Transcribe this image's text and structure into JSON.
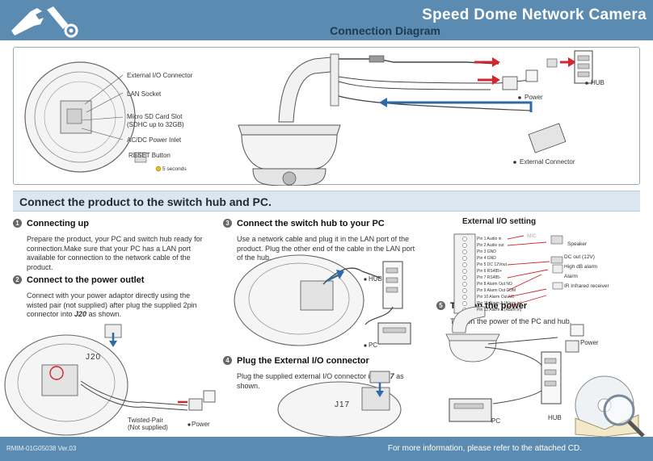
{
  "header": {
    "title": "Speed Dome Network Camera",
    "subtitle": "Connection Diagram"
  },
  "top_diagram": {
    "labels": {
      "io_connector": "External I/O Connector",
      "lan_socket": "LAN Socket",
      "sd_slot_1": "Micro SD Card Slot",
      "sd_slot_2": "(SDHC up to 32GB)",
      "power_inlet": "AC/DC Power Inlet",
      "reset": "RESET Button",
      "reset_time": "5 seconds",
      "power": "Power",
      "hub": "HUB",
      "ext_connector": "External Connector"
    }
  },
  "band": {
    "text": "Connect the product to the switch hub and PC."
  },
  "steps": [
    {
      "num": "1",
      "head": "Connecting up",
      "body": "Prepare the product, your PC and switch hub ready for connection.Make sure that your PC has a LAN port available for connection to the network cable of the product."
    },
    {
      "num": "2",
      "head": "Connect to the power outlet",
      "body_a": "Connect with your power adaptor directly using the wisted pair (not supplied) after plug the supplied 2pin connector into ",
      "body_em": "J20",
      "body_b": " as shown."
    },
    {
      "num": "3",
      "head": "Connect the switch hub to your PC",
      "body": "Use a network cable and plug it in the LAN port of the product. Plug the other end of the cable in the LAN port of the hub."
    },
    {
      "num": "4",
      "head": "Plug the External I/O connector",
      "body_a": "Plug the supplied external I/O connector into ",
      "body_em": "J17",
      "body_b": " as shown."
    },
    {
      "num": "5",
      "head": "Turn on the power",
      "body": "Turn on the power of the PC and hub."
    }
  ],
  "figure_labels": {
    "j20": "J20",
    "twisted_1": "Twisted-Pair",
    "twisted_2": "(Not supplied)",
    "power_a": "Power",
    "hub_a": "HUB",
    "pc_a": "PC",
    "j17": "J17",
    "power_b": "Power",
    "pc_b": "PC",
    "hub_b": "HUB"
  },
  "io_setting": {
    "title": "External I/O setting",
    "pins": [
      "Pin 1  Audio in",
      "Pin 2  Audio out",
      "Pin 3  GND",
      "Pin 4  GND",
      "Pin 5  DC 12Vout",
      "Pin 6  RS485+",
      "Pin 7  RS485-",
      "Pin 8  Alarm Out NO",
      "Pin 9  Alarm Out COM",
      "Pin 10  Alarm Out NC",
      "Pin 11  Alarm A (Alarm in)",
      "Pin 12  Alarm A (Alarm in)"
    ],
    "devices": {
      "mic": "MIC",
      "speaker": "Speaker",
      "dc_out": "DC out (12V)",
      "high_alarm": "High dB alarm",
      "alarm": "Alarm",
      "ir": "IR Infrared receiver"
    }
  },
  "footer": {
    "code": "RMIM-01G05038 Ver.03",
    "info": "For more information, please refer to the attached CD."
  },
  "colors": {
    "header": "#5b8bb0",
    "arrow_red": "#d8242c",
    "arrow_blue": "#2f6aa8",
    "io_red": "#cc2b2b"
  }
}
